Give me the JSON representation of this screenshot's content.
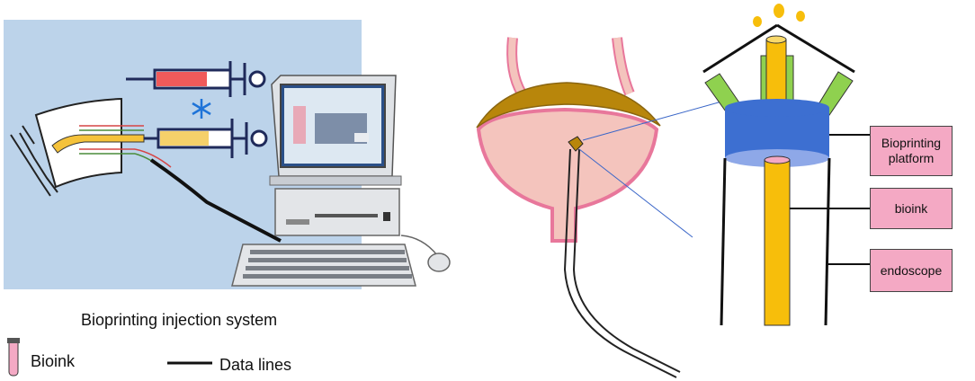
{
  "left_panel": {
    "title": "Bioprinting injection system",
    "legend": {
      "bioink_label": "Bioink",
      "data_lines_label": "Data lines"
    }
  },
  "right_panel": {
    "labels": {
      "platform": "Bioprinting platform",
      "bioink": "bioink",
      "endoscope": "endoscope"
    }
  },
  "colors": {
    "background_panel": "#bcd3ea",
    "syringe_red": "#f05a5a",
    "syringe_yellow": "#f5d06a",
    "syringe_outline": "#1f2a5a",
    "bladder_fill": "#f4c4bd",
    "bladder_rim": "#e8779b",
    "bladder_top": "#b8860b",
    "platform_blue": "#3d6fd1",
    "nozzle_green": "#8fd14f",
    "bioink_yellow": "#f7be0b",
    "label_pink": "#f4a9c4"
  },
  "icons": [
    "snowflake-icon",
    "test-tube-icon",
    "computer-icon",
    "keyboard-icon",
    "mouse-icon",
    "syringe-icon"
  ]
}
